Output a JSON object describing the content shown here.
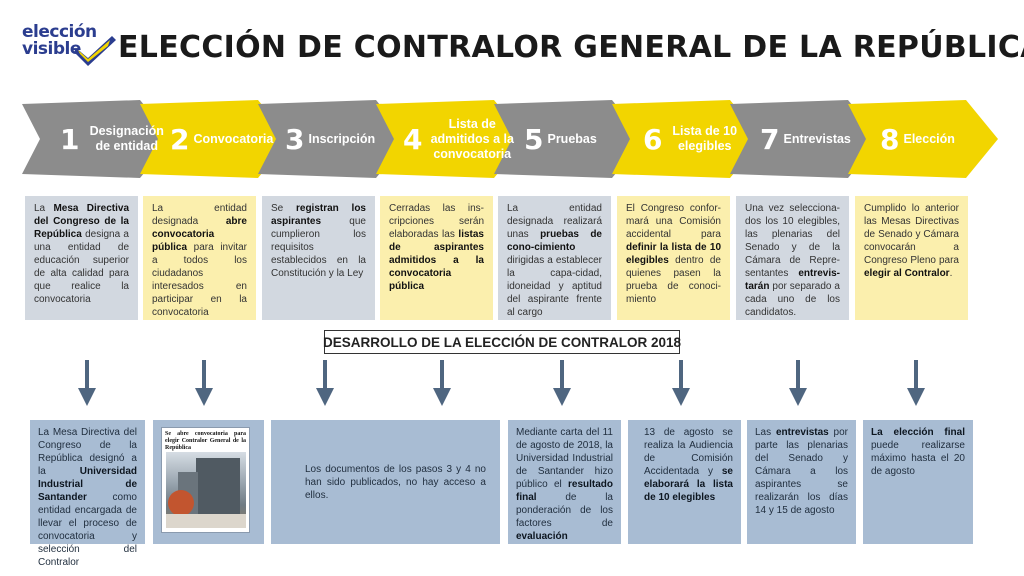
{
  "logo": {
    "line1": "elección",
    "line2": "visible",
    "check_color": "#f2d500",
    "text_color": "#2b3d8f"
  },
  "title": "ELECCIÓN DE CONTRALOR GENERAL DE LA REPÚBLICA",
  "colors": {
    "gray_chevron": "#8c8c8c",
    "yellow_chevron": "#f2d500",
    "gray_box": "#d2d8e0",
    "yellow_box": "#fbefad",
    "blue_box": "#a8bcd3",
    "arrow": "#4f6680"
  },
  "steps": [
    {
      "number": "1",
      "label": "Designación de entidad"
    },
    {
      "number": "2",
      "label": "Convocatoria"
    },
    {
      "number": "3",
      "label": "Inscripción"
    },
    {
      "number": "4",
      "label": "Lista de admitidos a la convocatoria"
    },
    {
      "number": "5",
      "label": "Pruebas"
    },
    {
      "number": "6",
      "label": "Lista de 10 elegibles"
    },
    {
      "number": "7",
      "label": "Entrevistas"
    },
    {
      "number": "8",
      "label": "Elección"
    }
  ],
  "descriptions": [
    {
      "pre": "La ",
      "bold": "Mesa Directiva del Congreso de la República",
      "post": " designa a una entidad de educación superior de alta calidad para que realice la convocatoria"
    },
    {
      "pre": "La entidad designada ",
      "bold": "abre convocatoria pública",
      "post": " para invitar a todos los ciudadanos interesados en participar en la convocatoria"
    },
    {
      "pre": "Se ",
      "bold": "registran los aspirantes",
      "post": " que cumplieron los requisitos establecidos en la Constitución y la Ley"
    },
    {
      "pre": "Cerradas las ins-cripciones serán elaboradas las ",
      "bold": "listas de aspirantes admitidos a la convocatoria pública",
      "post": ""
    },
    {
      "pre": "La entidad designada realizará unas ",
      "bold": "pruebas de cono-cimiento",
      "post": " dirigidas a establecer la capa-cidad, idoneidad y aptitud del aspirante frente al cargo"
    },
    {
      "pre": "El Congreso confor-mará una Comisión accidental para ",
      "bold": "definir la lista de 10 elegibles",
      "post": " dentro de quienes pasen la prueba de conoci-miento"
    },
    {
      "pre": "Una vez selecciona-dos los 10 elegibles, las plenarias del Senado y de la Cámara de Repre-sentantes ",
      "bold": "entrevis-tarán",
      "post": " por separado a cada uno de los candidatos."
    },
    {
      "pre": "Cumplido lo anterior las Mesas Directivas de Senado y Cámara convocarán a Congreso Pleno para ",
      "bold": "elegir al Contralor",
      "post": "."
    }
  ],
  "section_title": "DESARROLLO DE LA ELECCIÓN DE CONTRALOR 2018",
  "developments": {
    "d1": {
      "pre": "La Mesa Directiva del Congreso de la República designó a la ",
      "bold": "Universidad Industrial de Santander",
      "post": " como entidad encargada de llevar el proceso de convocatoria y selección del Contralor"
    },
    "news": {
      "headline": "Se abre convocatoria para elegir Contralor General de la República",
      "subline": ""
    },
    "d3": "Los documentos de los pasos 3 y 4 no han sido publicados, no hay acceso a ellos.",
    "d5": {
      "pre": "Mediante carta del 11 de agosto de 2018, la Universidad Industrial de Santander hizo público el ",
      "bold1": "resultado final",
      "mid": " de la ponderación de los factores de ",
      "bold2": "evaluación"
    },
    "d6": {
      "pre": "13 de agosto se realiza la Audiencia de Comisión Accidentada y ",
      "bold": "se elaborará la lista de 10 elegibles"
    },
    "d7": {
      "pre": "Las ",
      "bold": "entrevistas",
      "post": " por parte las plenarias del Senado y Cámara a los aspirantes se realizarán los días 14 y 15 de agosto"
    },
    "d8": {
      "bold": "La elección final",
      "post": " puede realizarse máximo hasta el 20 de agosto"
    }
  }
}
